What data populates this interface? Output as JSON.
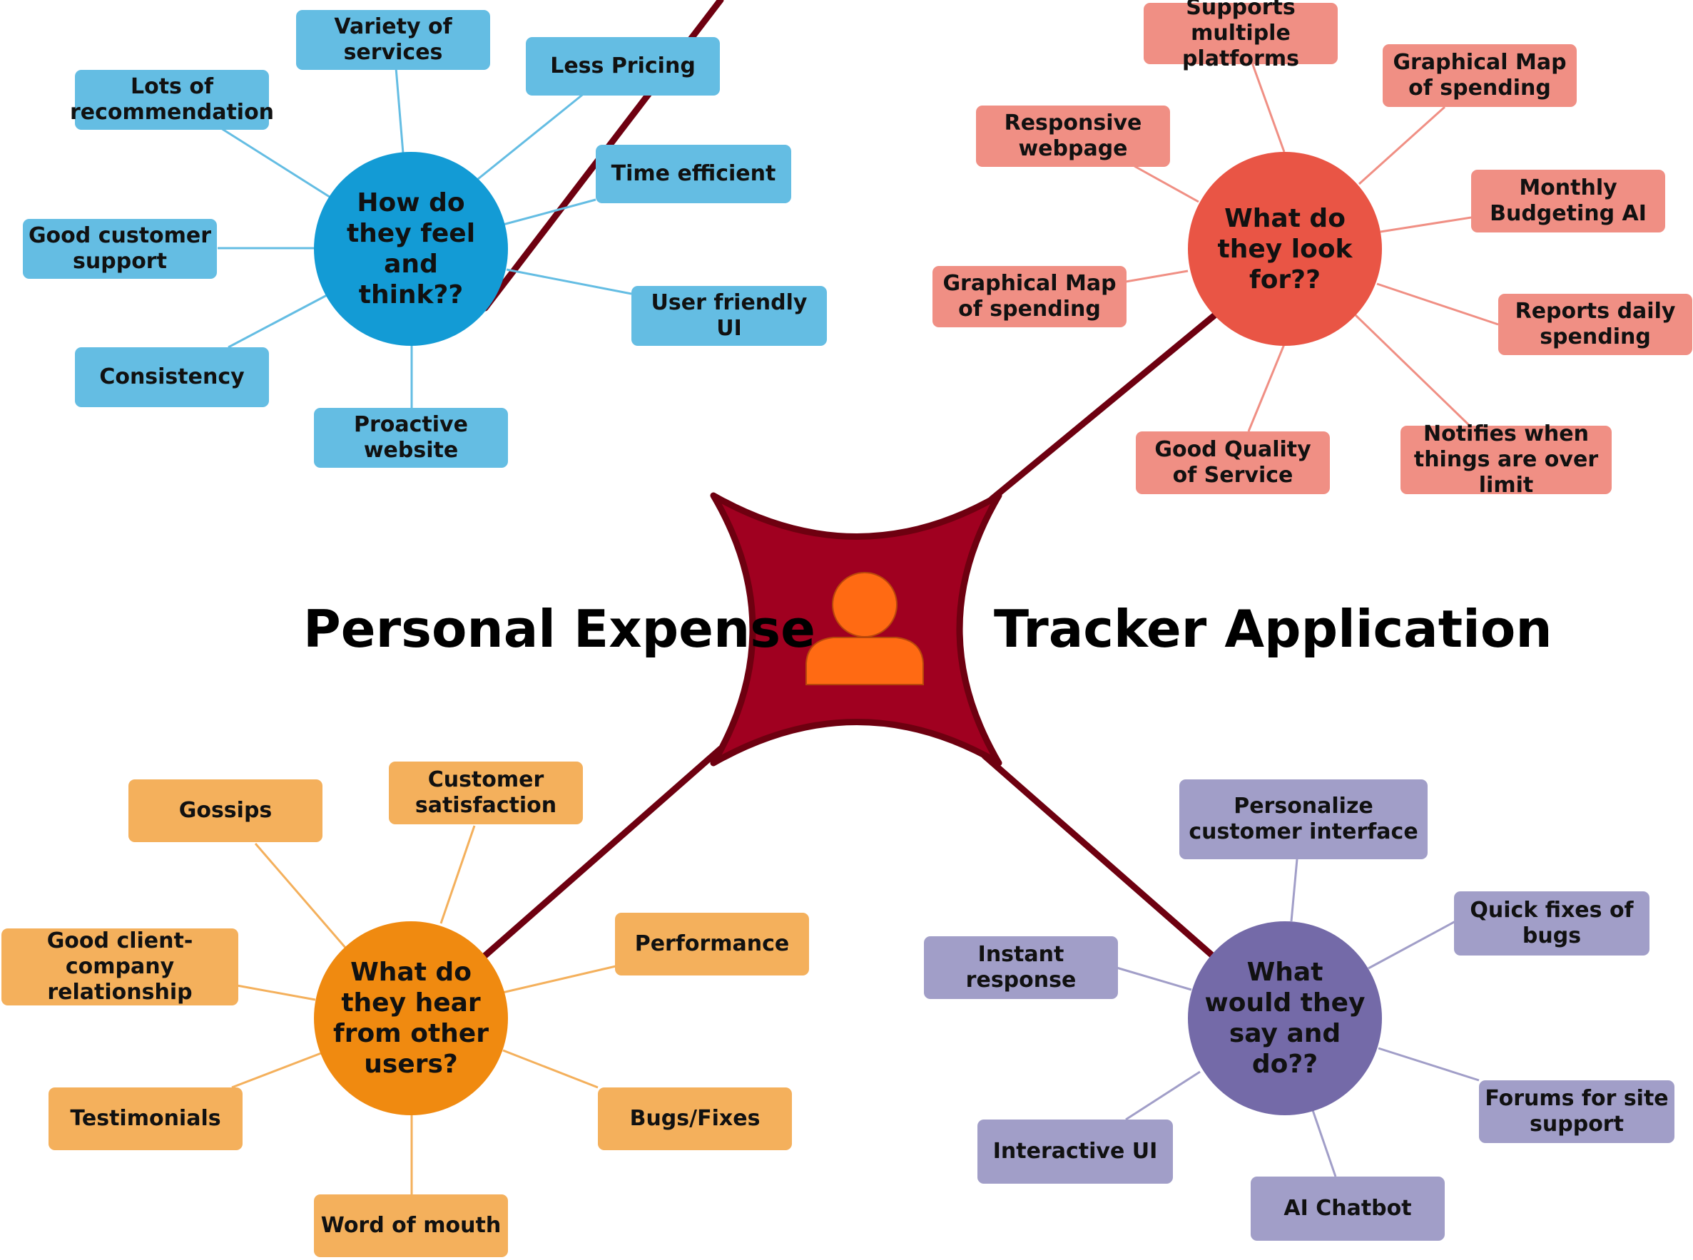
{
  "title": {
    "left": "Personal Expense",
    "right": "Tracker Application"
  },
  "center": {
    "icon": "user-icon",
    "color": "#a00020",
    "outline": "#6e0010",
    "figure_color": "#ff6a13"
  },
  "branches": [
    {
      "id": "feel-think",
      "hub": "How do they feel and think??",
      "hub_color": "#139bd5",
      "leaf_color": "#64bde3",
      "line_color": "#64bde3",
      "leaves": [
        "Variety of services",
        "Less Pricing",
        "Lots of recommendation",
        "Time efficient",
        "Good customer support",
        "User friendly UI",
        "Consistency",
        "Proactive website"
      ]
    },
    {
      "id": "look-for",
      "hub": "What do they look for??",
      "hub_color": "#e95545",
      "leaf_color": "#f08f84",
      "line_color": "#f08f84",
      "leaves": [
        "Supports multiple platforms",
        "Graphical Map of spending",
        "Responsive webpage",
        "Monthly Budgeting AI",
        "Graphical Map of spending",
        "Reports daily spending",
        "Good Quality of Service",
        "Notifies when things are over limit"
      ]
    },
    {
      "id": "hear",
      "hub": "What do they hear from other users?",
      "hub_color": "#f08a10",
      "leaf_color": "#f4b05c",
      "line_color": "#f4b05c",
      "leaves": [
        "Gossips",
        "Customer satisfaction",
        "Good client-company relationship",
        "Performance",
        "Testimonials",
        "Bugs/Fixes",
        "Word of mouth"
      ]
    },
    {
      "id": "say-do",
      "hub": "What would they say and do??",
      "hub_color": "#746aa8",
      "leaf_color": "#a19ec8",
      "line_color": "#a19ec8",
      "leaves": [
        "Personalize customer interface",
        "Quick fixes of bugs",
        "Instant response",
        "Forums for site support",
        "Interactive UI",
        "AI Chatbot"
      ]
    }
  ]
}
